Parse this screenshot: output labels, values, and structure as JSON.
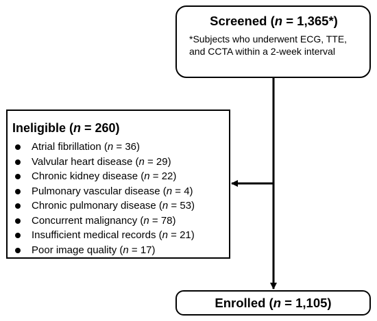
{
  "screened": {
    "title_prefix": "Screened (",
    "title_n": "n",
    "title_suffix": " = 1,365*)",
    "note": "*Subjects who underwent ECG, TTE, and CCTA within a 2-week interval"
  },
  "ineligible": {
    "title_prefix": "Ineligible (",
    "title_n": "n",
    "title_suffix": " = 260)",
    "items": [
      {
        "label": "Atrial fibrillation (",
        "n": "n",
        "count": " = 36)"
      },
      {
        "label": "Valvular heart disease (",
        "n": "n",
        "count": " = 29)"
      },
      {
        "label": "Chronic kidney disease (",
        "n": "n",
        "count": " =  22)"
      },
      {
        "label": "Pulmonary vascular disease (",
        "n": "n",
        "count": " = 4)"
      },
      {
        "label": "Chronic pulmonary disease (",
        "n": "n",
        "count": " = 53)"
      },
      {
        "label": "Concurrent malignancy (",
        "n": "n",
        "count": " = 78)"
      },
      {
        "label": "Insufficient medical records (",
        "n": "n",
        "count": " = 21)"
      },
      {
        "label": "Poor image quality (",
        "n": "n",
        "count": " = 17)"
      }
    ]
  },
  "enrolled": {
    "title_prefix": "Enrolled (",
    "title_n": "n",
    "title_suffix": " = 1,105)"
  },
  "colors": {
    "stroke": "#000000",
    "background": "#ffffff"
  }
}
